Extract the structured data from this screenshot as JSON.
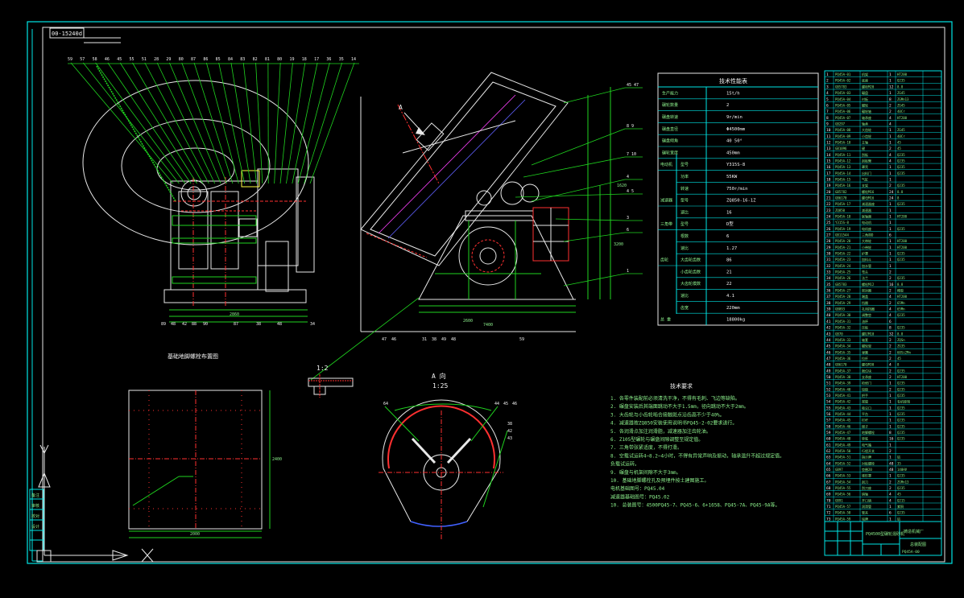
{
  "drawing": {
    "ref_tag": "00-15240d",
    "view_label_a": "A",
    "section_title": "A 向",
    "section_scale": "1:25",
    "detail_scale": "1:2",
    "foundation_title": "基础地脚螺栓布置图",
    "colors": {
      "frame": "#00e5e5",
      "green": "#1fd41f",
      "white": "#f0f0f0",
      "red": "#ff3030",
      "yellow": "#ffff40",
      "magenta": "#ff40ff",
      "blue": "#4060ff"
    }
  },
  "specs": {
    "title": "技术性能表",
    "rows": [
      {
        "group": "",
        "label": "生产能力",
        "value": "15t/h"
      },
      {
        "group": "",
        "label": "碾轮数量",
        "value": "2"
      },
      {
        "group": "",
        "label": "碾盘转速",
        "value": "9r/min"
      },
      {
        "group": "",
        "label": "碾盘直径",
        "value": "Φ4500mm"
      },
      {
        "group": "",
        "label": "碾盘倾角",
        "value": "40 50°"
      },
      {
        "group": "",
        "label": "碾轮宽度",
        "value": "450mm"
      },
      {
        "group": "电动机",
        "label": "型号",
        "value": "Y315S-8"
      },
      {
        "group": "",
        "label": "功率",
        "value": "55KW"
      },
      {
        "group": "",
        "label": "转速",
        "value": "750r/min"
      },
      {
        "group": "减速器",
        "label": "型号",
        "value": "ZQ850-16-1Z"
      },
      {
        "group": "",
        "label": "速比",
        "value": "16"
      },
      {
        "group": "三角带",
        "label": "型号",
        "value": "D型"
      },
      {
        "group": "",
        "label": "根数",
        "value": "6"
      },
      {
        "group": "",
        "label": "速比",
        "value": "1.27"
      },
      {
        "group": "齿轮",
        "label": "大齿轮齿数",
        "value": "86"
      },
      {
        "group": "",
        "label": "小齿轮齿数",
        "value": "21"
      },
      {
        "group": "",
        "label": "大齿轮模数",
        "value": "22"
      },
      {
        "group": "",
        "label": "速比",
        "value": "4.1"
      },
      {
        "group": "",
        "label": "齿宽",
        "value": "220mm"
      },
      {
        "group": "总 重",
        "label": "",
        "value": "18800kg"
      }
    ]
  },
  "notes": {
    "title": "技术要求",
    "lines": [
      "1. 各零件装配前必须清洗干净，不得有毛刺、飞边等缺陷。",
      "2. 碾盘安装后其端面跳动不大于1.5mm，径向跳动不大于2mm。",
      "3. 大齿轮与小齿轮啮合接触斑点沿齿高不少于40%。",
      "4. 减速器按ZQ850安装使用说明书PQ45-2-02要求进行。",
      "5. 各润滑点加注润滑脂，减速器加注齿轮油。",
      "6. Z105型碾轮与碾盘间隙调整至规定值。",
      "7. 三角带张紧适度，不得打滑。",
      "8. 空载试运转4~8.2~4小时，不得有异常声响及振动，轴承温升不超过规定值。",
      "   负载试运转。",
      "9. 碾盘与机架间隙不大于3mm。",
      "10. 基础地脚螺栓孔及预埋件按土建图施工。",
      "   电机基础图号：PQ45.04",
      "   减速器基础图号：PQ45.02",
      "10. 总装图号：4500PQ45-7、PQ45-6、6+1658、PQ45-7A、PQ45-9A等。"
    ]
  },
  "title_block": {
    "product": "PQ4500型碾轮混砂机",
    "doc_no": "PQ45A-00",
    "sheet": "总装配图",
    "company": "铸造机械厂"
  },
  "left_panel": {
    "labels": [
      "备注",
      "审核",
      "校对",
      "设计"
    ]
  },
  "view1_balloons": [
    "59",
    "57",
    "58",
    "46",
    "45",
    "55",
    "51",
    "28",
    "29",
    "80",
    "87",
    "86",
    "85",
    "84",
    "83",
    "82",
    "81",
    "80",
    "19",
    "18",
    "17",
    "36",
    "35",
    "14"
  ],
  "view1_bottom": [
    "89",
    "48",
    "42",
    "88",
    "90",
    "87",
    "38",
    "48",
    "34"
  ],
  "view2_balloons_right": [
    "45 47",
    "8 9",
    "7 10",
    "4",
    "4 5",
    "3",
    "6",
    "1"
  ],
  "view2_balloons_bottom": [
    "47",
    "46",
    "31",
    "38",
    "49",
    "48",
    "59"
  ],
  "section_balloons": [
    "64",
    "44",
    "45",
    "46",
    "38",
    "42",
    "43"
  ],
  "dims": {
    "v1_total": "2860",
    "v2_total": "7400",
    "v2_height": "3200",
    "v2_a": "1620",
    "v2_b": "2600",
    "f_w": "2000",
    "f_h": "2400"
  },
  "parts": [
    [
      "1",
      "PQ45A-01",
      "机架",
      "1",
      "HT200"
    ],
    [
      "2",
      "PQ45A-02",
      "底座",
      "1",
      "Q235"
    ],
    [
      "3",
      "GB5783",
      "螺栓M20",
      "12",
      "8.8"
    ],
    [
      "4",
      "PQ45A-03",
      "碾盘",
      "1",
      "ZG45"
    ],
    [
      "5",
      "PQ45A-04",
      "衬板",
      "8",
      "ZGMn13"
    ],
    [
      "6",
      "PQ45A-05",
      "碾轮",
      "2",
      "ZG45"
    ],
    [
      "7",
      "PQ45A-06",
      "碾轮轴",
      "2",
      "40Cr"
    ],
    [
      "8",
      "PQ45A-07",
      "轴承座",
      "4",
      "HT200"
    ],
    [
      "9",
      "GB297",
      "轴承",
      "4",
      ""
    ],
    [
      "10",
      "PQ45A-08",
      "大齿轮",
      "1",
      "ZG45"
    ],
    [
      "11",
      "PQ45A-09",
      "小齿轮",
      "1",
      "40Cr"
    ],
    [
      "12",
      "PQ45A-10",
      "主轴",
      "1",
      "45"
    ],
    [
      "13",
      "GB1096",
      "键",
      "2",
      "45"
    ],
    [
      "14",
      "PQ45A-11",
      "刮板",
      "4",
      "Q235"
    ],
    [
      "15",
      "PQ45A-12",
      "刮板臂",
      "4",
      "Q235"
    ],
    [
      "16",
      "PQ45A-13",
      "罩壳",
      "1",
      "Q235"
    ],
    [
      "17",
      "PQ45A-14",
      "出料门",
      "1",
      "Q235"
    ],
    [
      "18",
      "PQ45A-15",
      "气缸",
      "1",
      ""
    ],
    [
      "19",
      "PQ45A-16",
      "支架",
      "2",
      "Q235"
    ],
    [
      "20",
      "GB5782",
      "螺栓M16",
      "24",
      "8.8"
    ],
    [
      "21",
      "GB6170",
      "螺母M16",
      "24",
      "8"
    ],
    [
      "22",
      "PQ45A-17",
      "减速器座",
      "1",
      "Q235"
    ],
    [
      "23",
      "ZQ850",
      "减速器",
      "1",
      ""
    ],
    [
      "24",
      "PQ45A-18",
      "联轴器",
      "1",
      "HT200"
    ],
    [
      "25",
      "Y315S-8",
      "电动机",
      "1",
      ""
    ],
    [
      "26",
      "PQ45A-19",
      "电机座",
      "1",
      "Q235"
    ],
    [
      "27",
      "GB11544",
      "三角带D",
      "6",
      ""
    ],
    [
      "28",
      "PQ45A-20",
      "大带轮",
      "1",
      "HT200"
    ],
    [
      "29",
      "PQ45A-21",
      "小带轮",
      "1",
      "HT200"
    ],
    [
      "30",
      "PQ45A-22",
      "护罩",
      "1",
      "Q235"
    ],
    [
      "31",
      "PQ45A-23",
      "加料斗",
      "1",
      "Q235"
    ],
    [
      "32",
      "PQ45A-24",
      "加水管",
      "1",
      ""
    ],
    [
      "33",
      "PQ45A-25",
      "弯头",
      "2",
      ""
    ],
    [
      "34",
      "PQ45A-26",
      "法兰",
      "2",
      "Q235"
    ],
    [
      "35",
      "GB5783",
      "螺栓M12",
      "16",
      "8.8"
    ],
    [
      "36",
      "PQ45A-27",
      "密封圈",
      "2",
      "橡胶"
    ],
    [
      "37",
      "PQ45A-28",
      "端盖",
      "4",
      "HT200"
    ],
    [
      "38",
      "PQ45A-29",
      "挡圈",
      "2",
      "65Mn"
    ],
    [
      "39",
      "GB893",
      "孔用挡圈",
      "4",
      "65Mn"
    ],
    [
      "40",
      "PQ45A-30",
      "调整垫",
      "4",
      "Q235"
    ],
    [
      "41",
      "PQ45A-31",
      "油杯",
      "6",
      ""
    ],
    [
      "42",
      "PQ45A-32",
      "压板",
      "8",
      "Q235"
    ],
    [
      "43",
      "GB70",
      "螺钉M10",
      "32",
      "8.8"
    ],
    [
      "44",
      "PQ45A-33",
      "轴套",
      "2",
      "ZQSn"
    ],
    [
      "45",
      "PQ45A-34",
      "碾轮架",
      "2",
      "ZG35"
    ],
    [
      "46",
      "PQ45A-35",
      "弹簧",
      "2",
      "60Si2Mn"
    ],
    [
      "47",
      "PQ45A-36",
      "拉杆",
      "2",
      "45"
    ],
    [
      "48",
      "GB6170",
      "螺母M30",
      "4",
      "8"
    ],
    [
      "49",
      "PQ45A-37",
      "限位块",
      "2",
      "Q235"
    ],
    [
      "50",
      "PQ45A-38",
      "支承座",
      "2",
      "HT200"
    ],
    [
      "51",
      "PQ45A-39",
      "检修门",
      "1",
      "Q235"
    ],
    [
      "52",
      "PQ45A-40",
      "铰链",
      "2",
      "Q235"
    ],
    [
      "53",
      "PQ45A-41",
      "把手",
      "1",
      "Q235"
    ],
    [
      "54",
      "PQ45A-42",
      "视窗",
      "1",
      "有机玻璃"
    ],
    [
      "55",
      "PQ45A-43",
      "吸尘口",
      "1",
      "Q235"
    ],
    [
      "56",
      "PQ45A-44",
      "平台",
      "1",
      "Q235"
    ],
    [
      "57",
      "PQ45A-45",
      "栏杆",
      "1",
      "Q235"
    ],
    [
      "58",
      "PQ45A-46",
      "梯子",
      "1",
      "Q235"
    ],
    [
      "59",
      "PQ45A-47",
      "地脚螺栓",
      "8",
      "Q235"
    ],
    [
      "60",
      "PQ45A-48",
      "垫铁",
      "16",
      "Q235"
    ],
    [
      "61",
      "PQ45A-49",
      "电气箱",
      "1",
      ""
    ],
    [
      "62",
      "PQ45A-50",
      "行程开关",
      "2",
      ""
    ],
    [
      "63",
      "PQ45A-51",
      "指示牌",
      "1",
      "铝"
    ],
    [
      "64",
      "PQ45A-52",
      "衬板螺栓",
      "48",
      "35"
    ],
    [
      "65",
      "GB97",
      "垫圈20",
      "48",
      "140HV"
    ],
    [
      "66",
      "PQ45A-53",
      "锥形罩",
      "1",
      "Q235"
    ],
    [
      "67",
      "PQ45A-54",
      "刮刀",
      "2",
      "ZGMn13"
    ],
    [
      "68",
      "PQ45A-55",
      "刮刀座",
      "2",
      "Q235"
    ],
    [
      "69",
      "PQ45A-56",
      "销轴",
      "4",
      "45"
    ],
    [
      "70",
      "GB91",
      "开口销",
      "4",
      "Q215"
    ],
    [
      "71",
      "PQ45A-57",
      "润滑管",
      "1",
      "紫铜"
    ],
    [
      "72",
      "PQ45A-58",
      "管夹",
      "6",
      "Q235"
    ],
    [
      "73",
      "PQ45A-59",
      "铭牌",
      "1",
      "铝"
    ]
  ]
}
